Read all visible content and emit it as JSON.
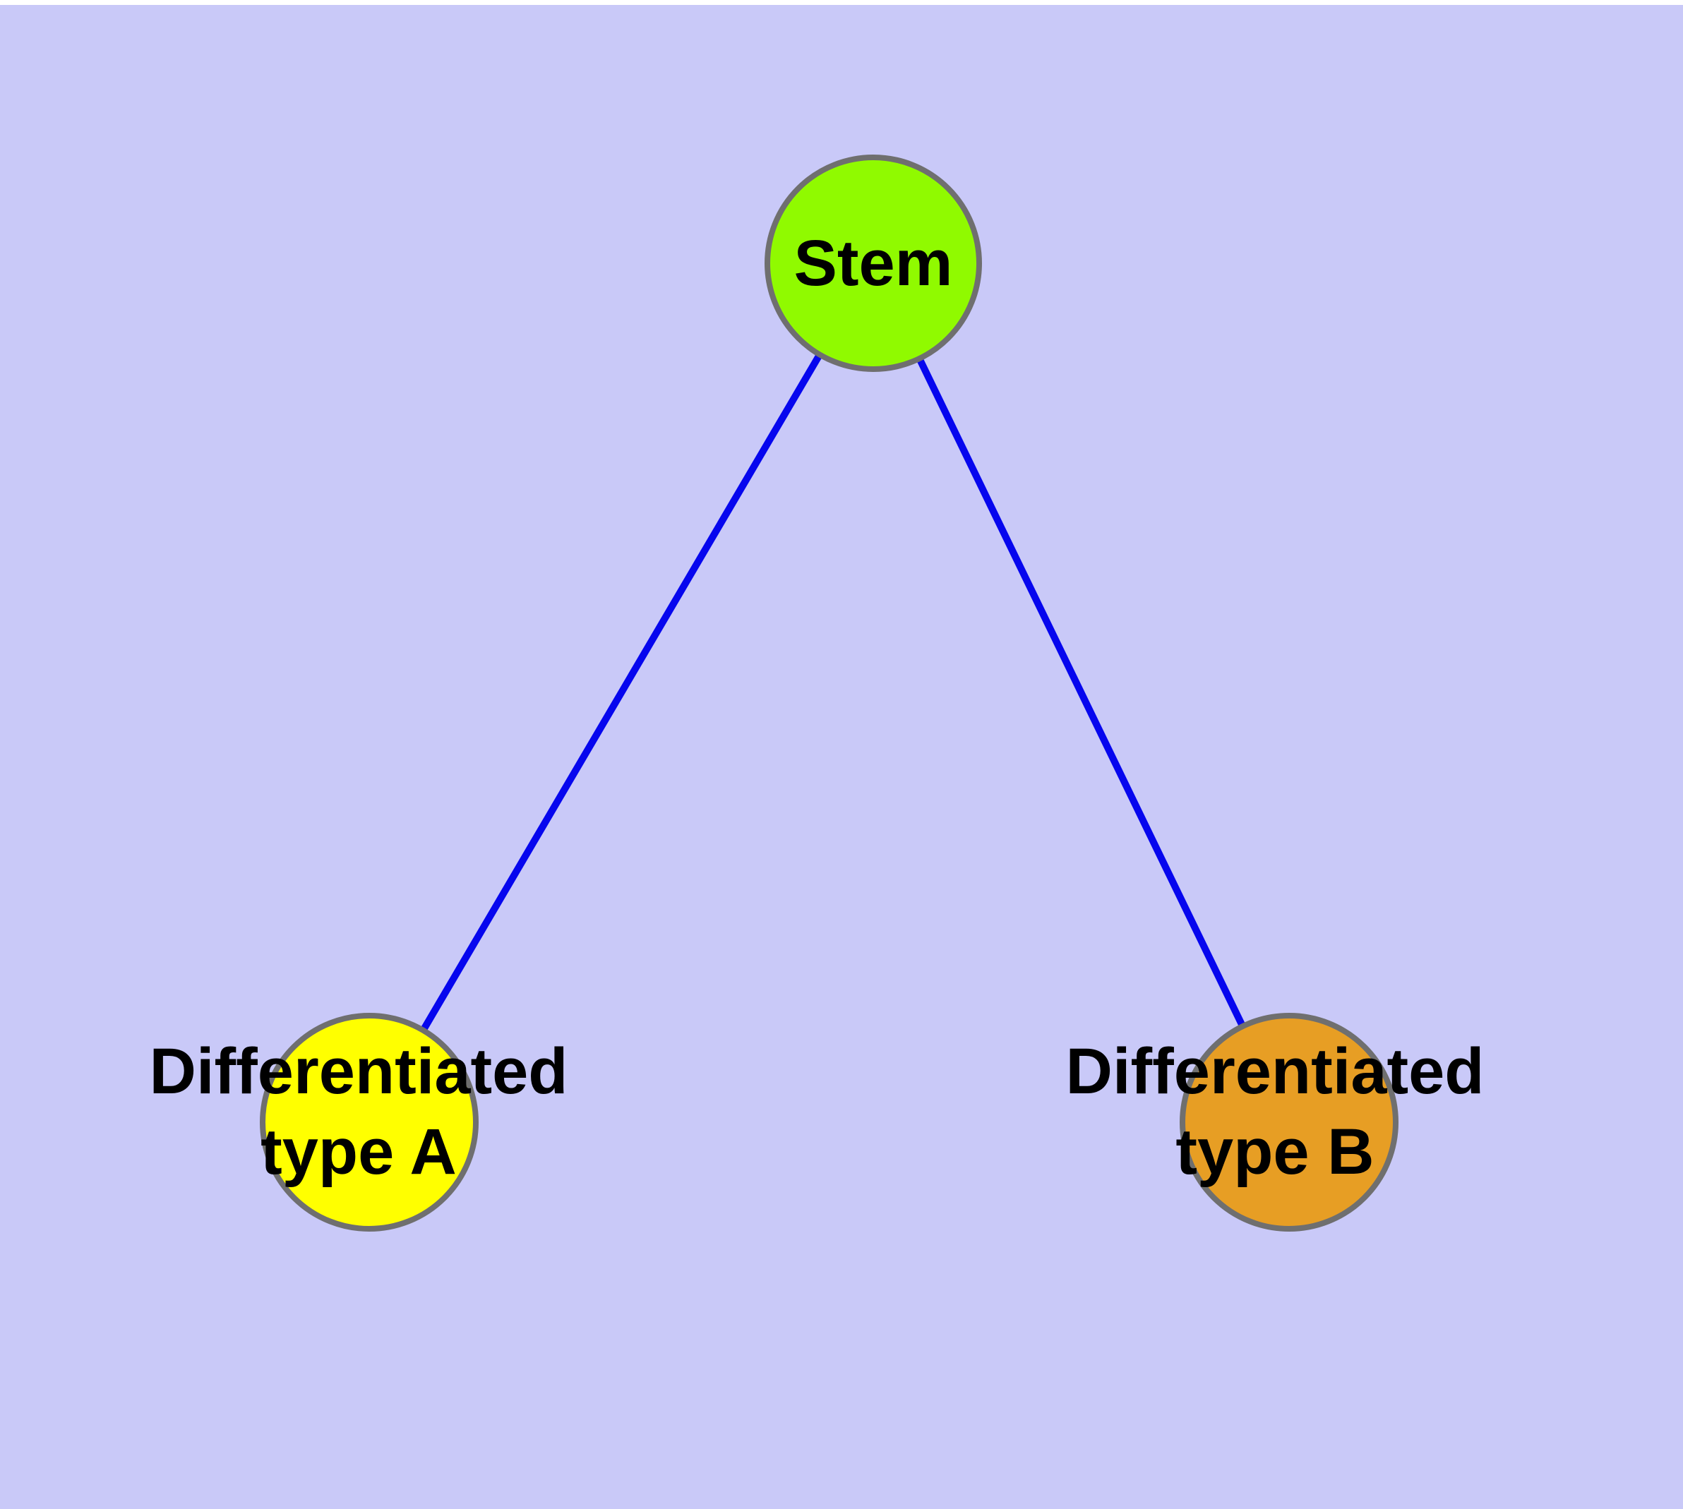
{
  "page": {
    "background_color": "#c9c9f8",
    "top_strip_color": "#ffffff"
  },
  "diagram": {
    "type": "node-link-graph",
    "edge_color": "#0606ee",
    "node_border_color": "#6f6f6f",
    "text_color": "#000000",
    "nodes": {
      "stem": {
        "label": "Stem",
        "fill": "#90fa00"
      },
      "type_a": {
        "line1": "Differentiated",
        "line2": "type A",
        "fill": "#ffff00"
      },
      "type_b": {
        "line1": "Differentiated",
        "line2": "type B",
        "fill": "#e79e24"
      }
    },
    "edges": [
      {
        "from": "Stem",
        "to": "Differentiated type A"
      },
      {
        "from": "Stem",
        "to": "Differentiated type B"
      }
    ]
  }
}
